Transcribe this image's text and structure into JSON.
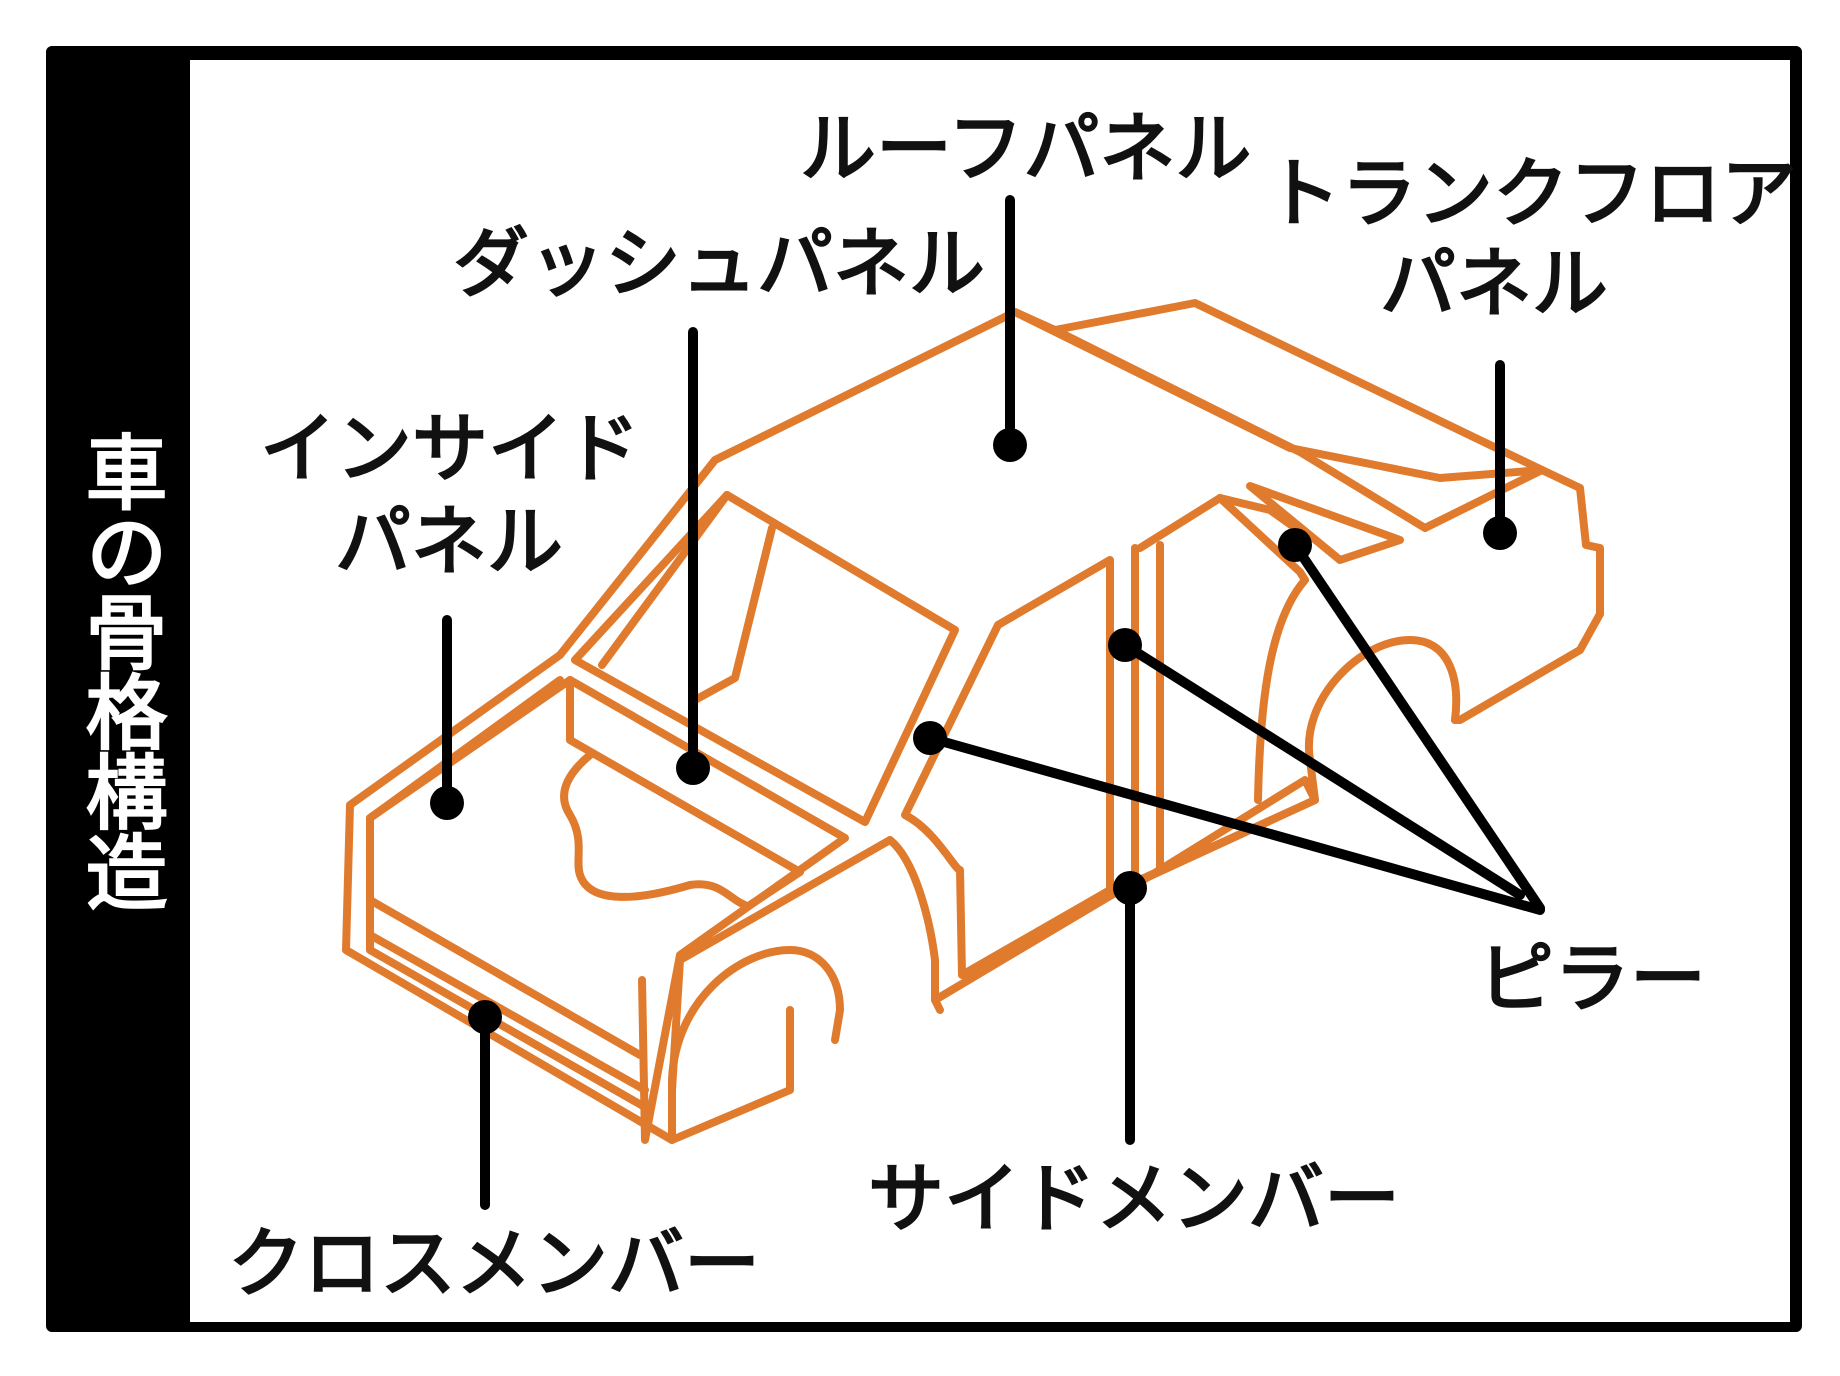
{
  "title": "車の骨格構造",
  "labels": {
    "roof_panel": "ルーフパネル",
    "dash_panel": "ダッシュパネル",
    "trunk_floor_panel_line1": "トランクフロア",
    "trunk_floor_panel_line2": "パネル",
    "inside_panel_line1": "インサイド",
    "inside_panel_line2": "パネル",
    "pillar": "ピラー",
    "side_member": "サイドメンバー",
    "cross_member": "クロスメンバー"
  },
  "colors": {
    "frame": "#000000",
    "car_outline": "#E07B2E",
    "leader_lines": "#000000"
  }
}
